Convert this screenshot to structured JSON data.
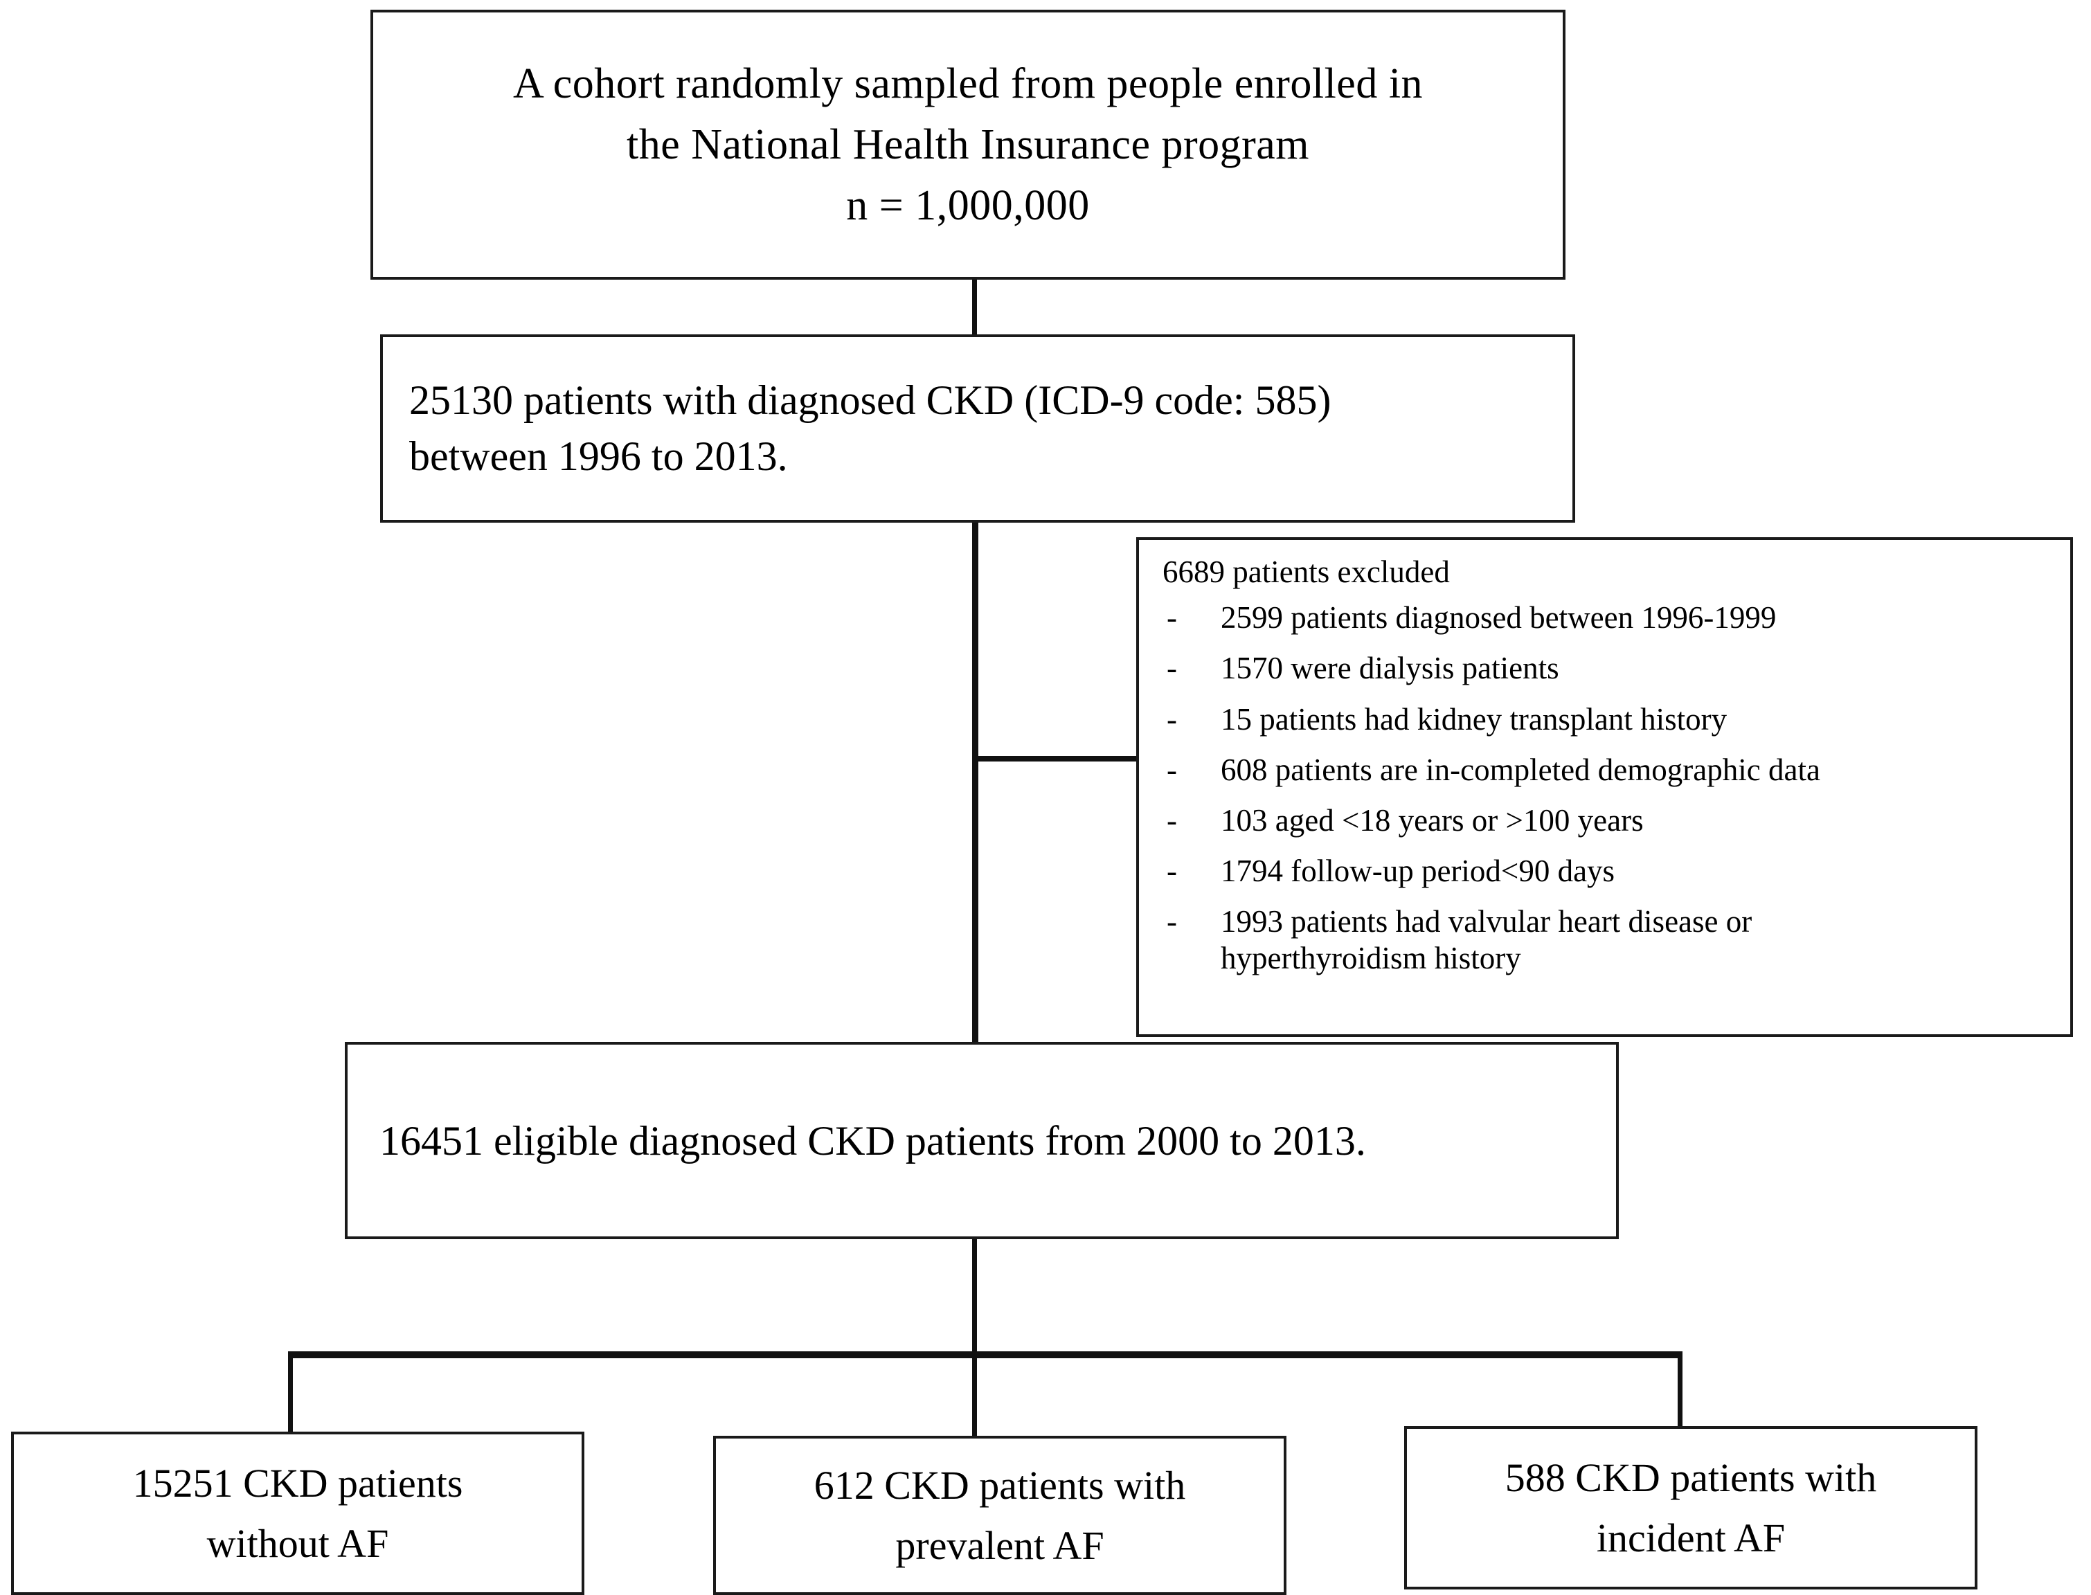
{
  "figure": {
    "type": "patient-selection-flowchart",
    "title": "CKD cohort selection flow diagram"
  },
  "nodes": {
    "cohort": {
      "lines": [
        "A cohort randomly  sampled from  people enrolled  in",
        "the National  Health  Insurance  program",
        "n = 1,000,000"
      ],
      "count": "1,000,000"
    },
    "ckd_diagnosed": {
      "lines": [
        "25130 patients  with  diagnosed  CKD (ICD-9 code: 585)",
        "between  1996 to 2013."
      ],
      "count": "25130"
    },
    "excluded": {
      "heading": "6689  patients excluded",
      "count": "6689",
      "bullet": "-",
      "items": [
        {
          "n": "2599",
          "text": "2599  patients diagnosed between 1996-1999"
        },
        {
          "n": "1570",
          "text": "1570  were dialysis patients"
        },
        {
          "n": "15",
          "text": "15  patients had kidney transplant history"
        },
        {
          "n": "608",
          "text": "608 patients are in-completed  demographic  data"
        },
        {
          "n": "103",
          "text": "103  aged <18  years or >100  years"
        },
        {
          "n": "1794",
          "text": "1794  follow-up  period<90  days"
        },
        {
          "n": "1993",
          "text": "1993  patients had valvular  heart disease or",
          "cont": "hyperthyroidism history"
        }
      ]
    },
    "eligible": {
      "lines": [
        "16451 eligible  diagnosed  CKD patients  from  2000 to 2013."
      ],
      "count": "16451"
    },
    "without_af": {
      "lines": [
        "15251 CKD patients",
        "without  AF"
      ],
      "count": "15251"
    },
    "prevalent_af": {
      "lines": [
        "612 CKD patients  with",
        "prevalent  AF"
      ],
      "count": "612"
    },
    "incident_af": {
      "lines": [
        "588 CKD patients  with",
        "incident  AF"
      ],
      "count": "588"
    }
  },
  "colors": {
    "border": "#1a1a1a",
    "connector": "#111111",
    "background": "#ffffff",
    "text": "#000000"
  }
}
